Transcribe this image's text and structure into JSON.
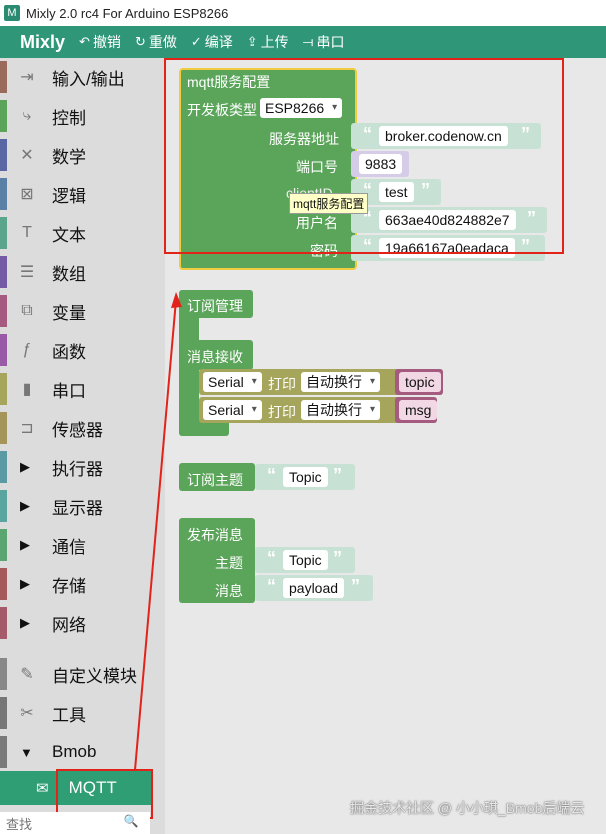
{
  "window": {
    "title": "Mixly 2.0 rc4 For Arduino ESP8266"
  },
  "toolbar": {
    "brand": "Mixly",
    "undo": "撤销",
    "redo": "重做",
    "compile": "编译",
    "upload": "上传",
    "serial": "串口"
  },
  "sidebar": {
    "items": [
      {
        "label": "输入/输出",
        "color": "#9a6a5a",
        "icon": "io-icon"
      },
      {
        "label": "控制",
        "color": "#5ba55b",
        "icon": "control-icon"
      },
      {
        "label": "数学",
        "color": "#5b67a5",
        "icon": "math-icon"
      },
      {
        "label": "逻辑",
        "color": "#5b80a5",
        "icon": "logic-icon"
      },
      {
        "label": "文本",
        "color": "#5ba58c",
        "icon": "text-icon"
      },
      {
        "label": "数组",
        "color": "#745ba5",
        "icon": "array-icon"
      },
      {
        "label": "变量",
        "color": "#a55b80",
        "icon": "variable-icon"
      },
      {
        "label": "函数",
        "color": "#995ba5",
        "icon": "function-icon"
      },
      {
        "label": "串口",
        "color": "#a5a55b",
        "icon": "serial-icon"
      },
      {
        "label": "传感器",
        "color": "#a5955b",
        "icon": "sensor-icon"
      },
      {
        "label": "执行器",
        "color": "#5b9aa5",
        "icon": "expand-icon"
      },
      {
        "label": "显示器",
        "color": "#5ba5a0",
        "icon": "expand-icon"
      },
      {
        "label": "通信",
        "color": "#5ba570",
        "icon": "expand-icon"
      },
      {
        "label": "存储",
        "color": "#a55b5b",
        "icon": "expand-icon"
      },
      {
        "label": "网络",
        "color": "#a55b6a",
        "icon": "expand-icon"
      },
      {
        "label": "自定义模块",
        "color": "#888888",
        "icon": "custom-module-icon"
      },
      {
        "label": "工具",
        "color": "#777777",
        "icon": "tools-icon"
      },
      {
        "label": "Bmob",
        "color": "#7a7a7a",
        "icon": "collapse-icon"
      }
    ],
    "mqtt": "MQTT",
    "search_placeholder": "查找"
  },
  "blocks": {
    "config": {
      "title": "mqtt服务配置",
      "board_label": "开发板类型",
      "board_value": "ESP8266",
      "server_label": "服务器地址",
      "server_value": "broker.codenow.cn",
      "port_label": "端口号",
      "port_value": "9883",
      "client_label": "clientID",
      "client_value": "test",
      "user_label": "用户名",
      "user_value": "663ae40d824882e7",
      "password_label": "密码",
      "password_value": "19a66167a0eadaca",
      "tooltip": "mqtt服务配置"
    },
    "subscribe_manage": {
      "title": "订阅管理"
    },
    "receive": {
      "title": "消息接收",
      "rows": [
        {
          "port": "Serial",
          "print": "打印",
          "mode": "自动换行",
          "var": "topic"
        },
        {
          "port": "Serial",
          "print": "打印",
          "mode": "自动换行",
          "var": "msg"
        }
      ]
    },
    "subscribe_topic": {
      "title": "订阅主题",
      "value": "Topic"
    },
    "publish": {
      "title": "发布消息",
      "topic_label": "主题",
      "topic_value": "Topic",
      "message_label": "消息",
      "message_value": "payload"
    }
  },
  "watermark": "掘金技术社区 @ 小小琪_Bmob后端云",
  "colors": {
    "toolbar": "#2f9778",
    "block_green": "#5ba55b",
    "serial_block": "#a5a55b",
    "variable_block": "#a55b80",
    "highlight_red": "#e2231a"
  }
}
